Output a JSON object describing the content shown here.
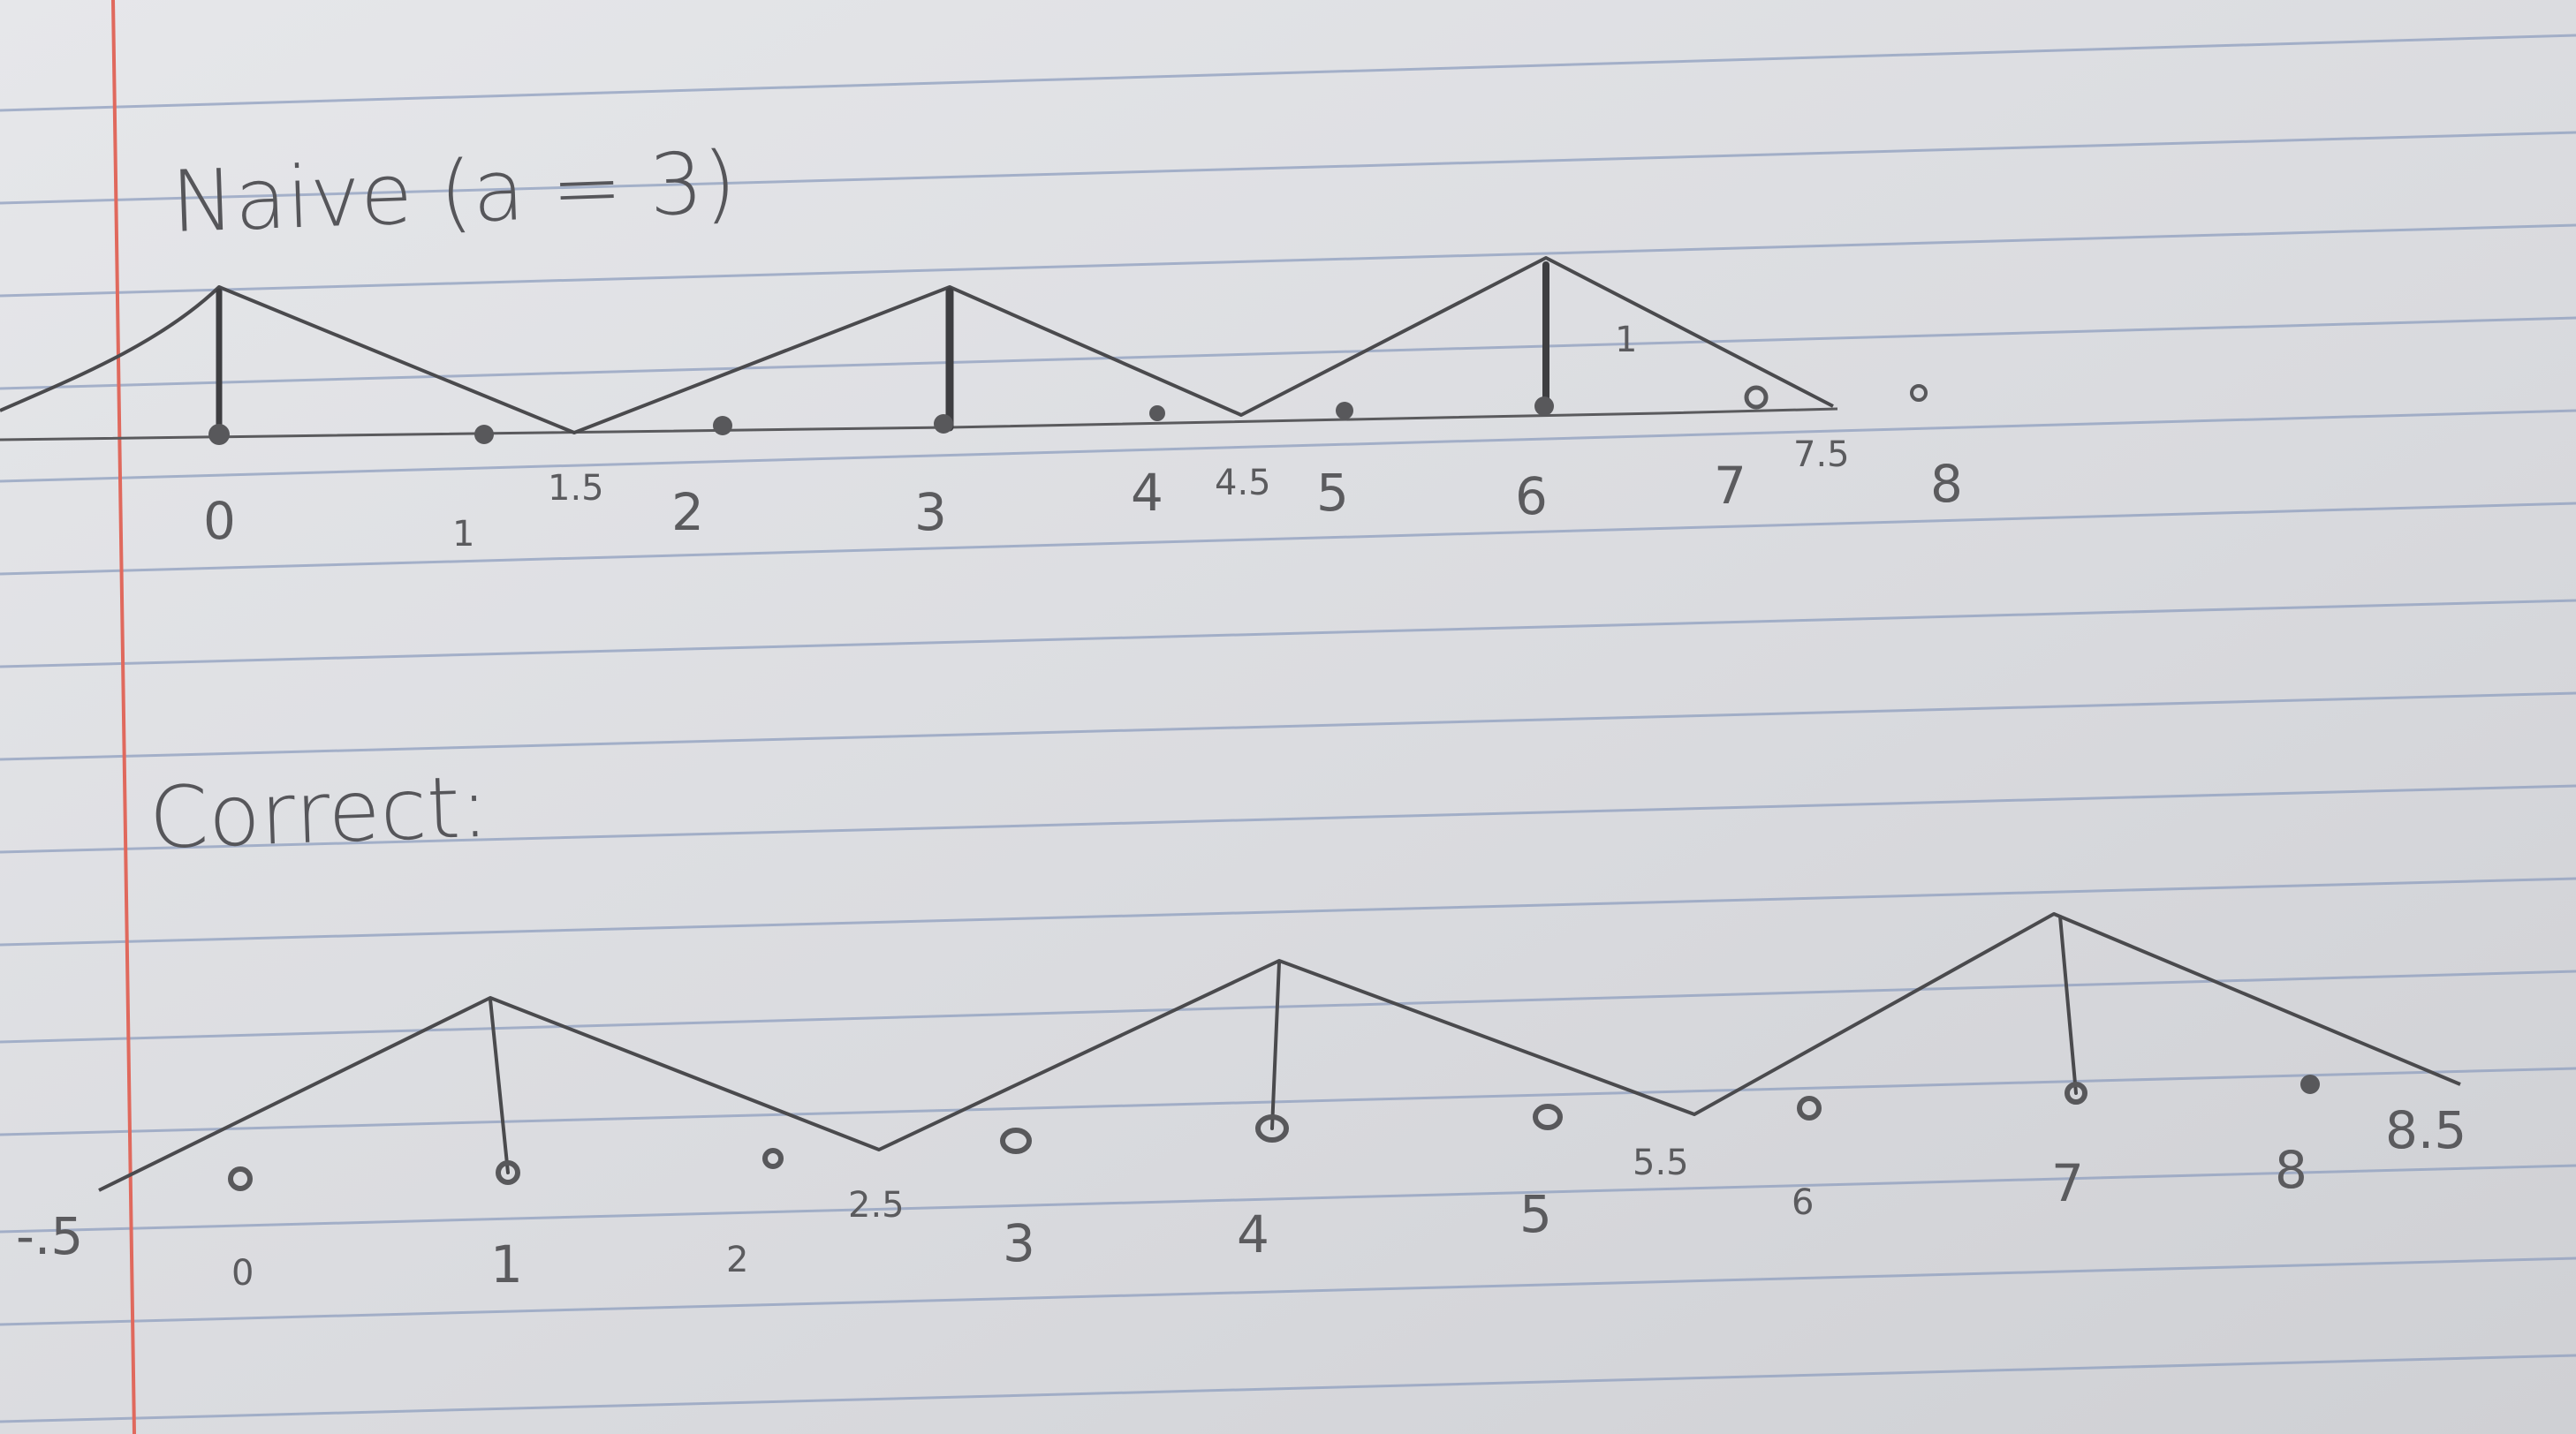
{
  "sections": [
    {
      "id": "naive",
      "title": "Naive (a = 3)",
      "axis_labels": [
        {
          "text": "0",
          "size": "big"
        },
        {
          "text": "1",
          "size": "big"
        },
        {
          "text": "1.5",
          "size": "small"
        },
        {
          "text": "2",
          "size": "big"
        },
        {
          "text": "3",
          "size": "big"
        },
        {
          "text": "4",
          "size": "big"
        },
        {
          "text": "4.5",
          "size": "small"
        },
        {
          "text": "5",
          "size": "big"
        },
        {
          "text": "6",
          "size": "big"
        },
        {
          "text": "7",
          "size": "big"
        },
        {
          "text": "7.5",
          "size": "small"
        },
        {
          "text": "8",
          "size": "big"
        }
      ],
      "stray_mark": "1"
    },
    {
      "id": "correct",
      "title": "Correct:",
      "axis_labels": [
        {
          "text": "-.5",
          "size": "big"
        },
        {
          "text": "0",
          "size": "small"
        },
        {
          "text": "1",
          "size": "big"
        },
        {
          "text": "2",
          "size": "small"
        },
        {
          "text": "2.5",
          "size": "small"
        },
        {
          "text": "3",
          "size": "big"
        },
        {
          "text": "4",
          "size": "big"
        },
        {
          "text": "5",
          "size": "big"
        },
        {
          "text": "5.5",
          "size": "small"
        },
        {
          "text": "6",
          "size": "small"
        },
        {
          "text": "7",
          "size": "big"
        },
        {
          "text": "8",
          "size": "big"
        },
        {
          "text": "8.5",
          "size": "big"
        }
      ]
    }
  ],
  "colors": {
    "paper": "#dcdde0",
    "rule_line": "#8f9fbf",
    "margin_line": "#e0695d",
    "pencil": "#4a4a4d"
  }
}
